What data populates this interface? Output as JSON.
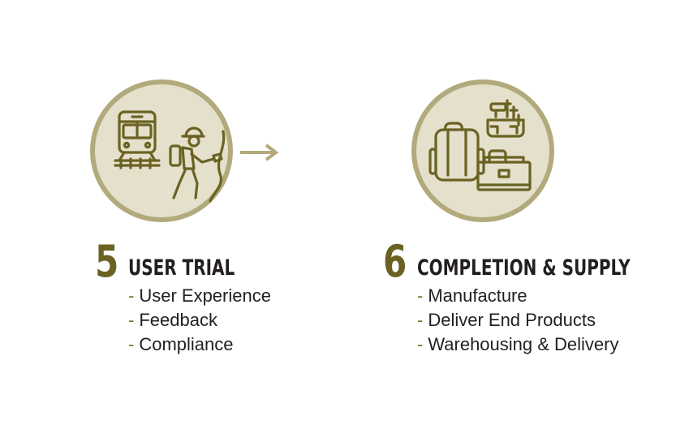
{
  "colors": {
    "circle_fill": "#e4e0cc",
    "circle_ring": "#b2aa7c",
    "icon_stroke": "#6b6222",
    "number": "#6b6222",
    "text": "#231f20"
  },
  "steps": [
    {
      "number": "5",
      "title": "USER TRIAL",
      "icon": "train-and-hiker-icon",
      "items": [
        "User Experience",
        "Feedback",
        "Compliance"
      ]
    },
    {
      "number": "6",
      "title": "COMPLETION & SUPPLY",
      "icon": "backpack-toolbelt-bag-icon",
      "items": [
        "Manufacture",
        "Deliver End Products",
        "Warehousing & Delivery"
      ]
    }
  ],
  "bullet_marker": "-",
  "connector": "arrow-right-icon"
}
